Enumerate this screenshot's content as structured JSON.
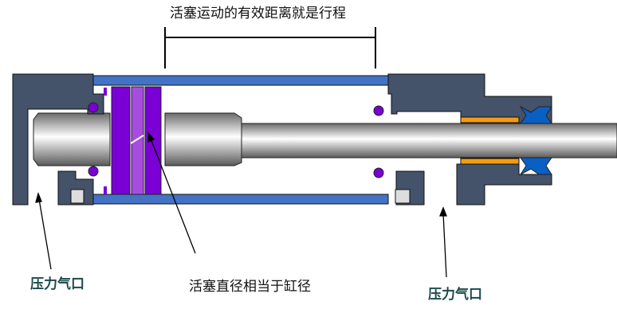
{
  "title": "活塞运动的有效距离就是行程",
  "labels": {
    "left_port": "压力气口",
    "piston_note": "活塞直径相当于缸径",
    "right_port": "压力气口"
  },
  "colors": {
    "housing": "#44526a",
    "tube": "#4472c4",
    "piston": "#7a00d6",
    "piston_light": "#a64de0",
    "bushing": "#f39c12",
    "wiper": "#0a5fc4"
  }
}
